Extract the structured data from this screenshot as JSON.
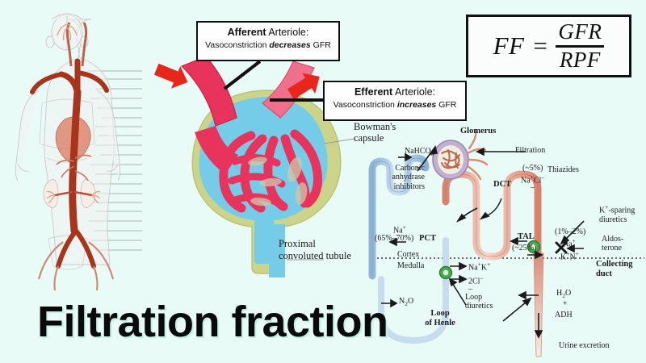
{
  "page": {
    "title": "Filtration fraction",
    "background_color": "#e9fbf7"
  },
  "formula": {
    "name": "filtration-fraction-formula",
    "lhs": "FF",
    "equals": "=",
    "numerator": "GFR",
    "denominator": "RPF"
  },
  "callouts": {
    "afferent": {
      "title_bold": "Afferent",
      "title_rest": " Arteriole:",
      "detail_pre": "Vasoconstriction ",
      "detail_em": "decreases",
      "detail_post": " GFR"
    },
    "efferent": {
      "title_bold": "Efferent",
      "title_rest": " Arteriole:",
      "detail_pre": "Vasoconstriction ",
      "detail_em": "increases",
      "detail_post": " GFR"
    }
  },
  "glomerulus_diagram": {
    "name": "glomerulus-corpuscle-diagram",
    "labels": {
      "bowmans_capsule_line1": "Bowman's",
      "bowmans_capsule_line2": "capsule",
      "proximal_tubule_line1": "Proximal",
      "proximal_tubule_line2": "convoluted tubule"
    },
    "colors": {
      "afferent_arteriole": "#e8335c",
      "efferent_arteriole": "#ef6f8c",
      "bowmans_space": "#74cce8",
      "capsule_wall": "#ccd48a",
      "capillary_tuft": "#e8335c",
      "arrow_red": "#e8271c"
    }
  },
  "anatomy_diagram": {
    "name": "arterial-system-diagram",
    "colors": {
      "aorta": "#a8341c",
      "artery": "#c0604a",
      "body_outline": "#c9c9c9",
      "leader_line": "#8d8d8d",
      "heart": "#d9755c"
    }
  },
  "nephron_diagram": {
    "name": "nephron-diuretics-diagram",
    "labels": {
      "glomerus": "Glomerus",
      "filtration": "Filtration",
      "nahco3": "NaHCO",
      "nahco3_sub": "3",
      "carbonic_l1": "Carbonic",
      "carbonic_l2": "anhydrase",
      "carbonic_l3": "inhibitors",
      "minus_sign": "–",
      "pct": "PCT",
      "na_plus": "Na",
      "na_plus_sup": "+",
      "pct_percent": "(65%–70%)",
      "cortex": "Cortex",
      "medulla": "Medulla",
      "n2o": "N",
      "n2o_sub": "2",
      "n2o_rest": "O",
      "loop_of_henle_l1": "Loop",
      "loop_of_henle_l2": "of Henle",
      "nak_symbol": "Na",
      "nak_sup1": "+",
      "nak_k": "K",
      "nak_sup2": "+",
      "cl_symbol": "2Cl",
      "cl_sup": "–",
      "loop_diuretics_l1": "Loop",
      "loop_diuretics_l2": "diuretics",
      "tal": "TAL",
      "tal_percent": "(~25%)",
      "dct": "DCT",
      "dct_percent": "(~5%)",
      "dct_ions": "Na",
      "dct_ions_sup1": "+",
      "dct_ions_cl": "Cl",
      "dct_ions_sup2": "–",
      "thiazides": "Thiazides",
      "cd_percent": "(1%–2%)",
      "cd_na": "Na",
      "cd_na_sup": "+",
      "cd_kn": "K",
      "cd_kn_sup1": "+",
      "cd_kn_n": "N",
      "cd_kn_sup2": "+",
      "k_sparing_l1": "K",
      "k_sparing_l1_sup": "+",
      "k_sparing_l1_rest": "-sparing",
      "k_sparing_l2": "diuretics",
      "aldosterone_l1": "Aldos-",
      "aldosterone_l2": "terone",
      "collecting_duct_l1": "Collecting",
      "collecting_duct_l2": "duct",
      "h2o": "H",
      "h2o_sub": "2",
      "h2o_rest": "O",
      "plus_sign": "+",
      "adh": "ADH",
      "urine_excretion": "Urine excretion"
    },
    "colors": {
      "proximal_blue": "#a9c4e2",
      "distal_salmon": "#e8a190",
      "glomerulus_purple": "#b9a8c9",
      "transporter_green": "#4aa84a",
      "text": "#1a1a1a"
    }
  }
}
